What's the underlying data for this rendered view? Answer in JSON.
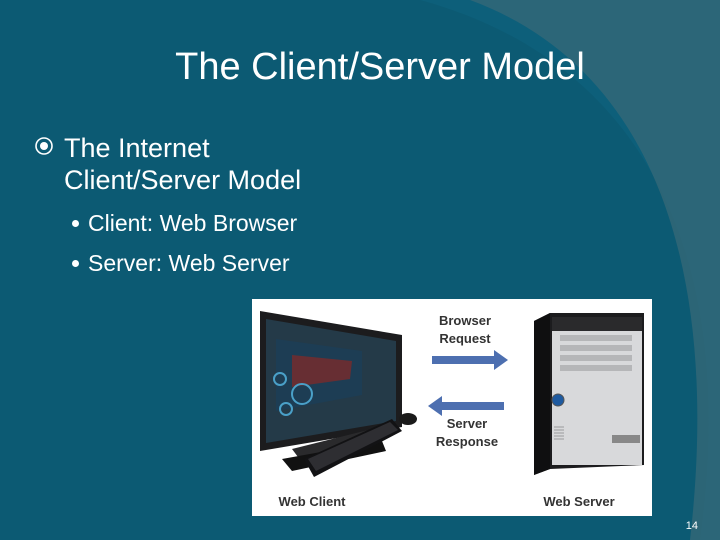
{
  "slide": {
    "title": "The Client/Server Model",
    "bullet": "The Internet Client/Server Model",
    "bullet_line1": "The Internet",
    "bullet_line2": "Client/Server Model",
    "subbullets": [
      "Client: Web Browser",
      "Server: Web Server"
    ],
    "page_number": "14"
  },
  "diagram": {
    "request_label_1": "Browser",
    "request_label_2": "Request",
    "response_label_1": "Server",
    "response_label_2": "Response",
    "client_label": "Web Client",
    "server_label": "Web Server"
  },
  "colors": {
    "background": "#0c5a73",
    "arrow": "#4d6fb0",
    "text": "#ffffff"
  }
}
